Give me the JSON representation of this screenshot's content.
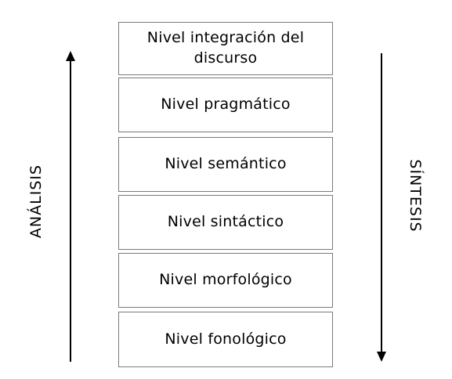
{
  "levels": [
    {
      "line1": "Nivel integración del",
      "line2": "discurso"
    },
    {
      "label": "Nivel pragmático"
    },
    {
      "label": "Nivel semántico"
    },
    {
      "label": "Nivel sintáctico"
    },
    {
      "label": "Nivel morfológico"
    },
    {
      "label": "Nivel fonológico"
    }
  ],
  "arrows": {
    "left_label": "ANÁLISIS",
    "left_direction": "up",
    "right_label": "SÍNTESIS",
    "right_direction": "down"
  },
  "colors": {
    "box_border": "#7a7a7a",
    "arrow": "#000000",
    "text": "#000000"
  }
}
